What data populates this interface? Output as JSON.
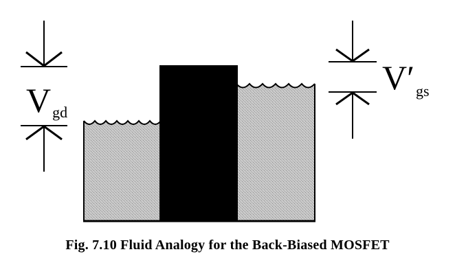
{
  "labels": {
    "left": {
      "main": "V",
      "sub": "gd"
    },
    "right": {
      "main": "V′",
      "sub": "gs"
    }
  },
  "caption": "Fig. 7.10 Fluid Analogy for the Back-Biased MOSFET",
  "colors": {
    "fluid": "#bdbdbd",
    "gate_block": "#000000",
    "outline": "#000000",
    "background": "#ffffff"
  },
  "icons": {
    "level_marker": "arrow-down-pointer-icon",
    "level_marker_up": "arrow-up-pointer-icon"
  }
}
